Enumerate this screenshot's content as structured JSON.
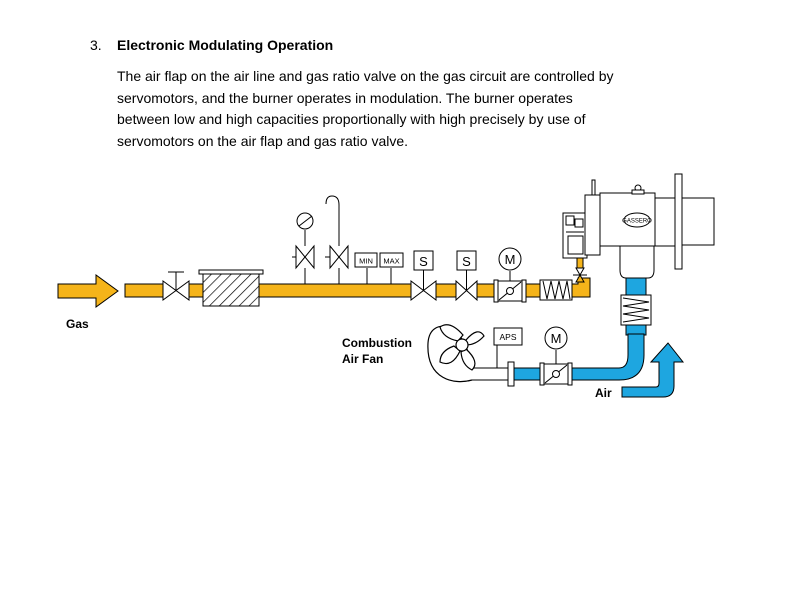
{
  "section": {
    "number": "3.",
    "title": "Electronic Modulating Operation",
    "paragraph_lines": [
      "The air flap on the air line and gas ratio valve on the gas circuit are controlled by",
      "servomotors, and the burner operates in modulation. The burner operates",
      "between low and high capacities proportionally with high precisely by use of",
      "servomotors on the air flap and gas ratio valve."
    ]
  },
  "diagram": {
    "gas_label": "Gas",
    "air_label": "Air",
    "fan_label_line1": "Combustion",
    "fan_label_line2": "Air Fan",
    "min_switch": "MIN",
    "max_switch": "MAX",
    "solenoid_1": "S",
    "solenoid_2": "S",
    "motor_gas": "M",
    "motor_air": "M",
    "air_pressure_switch": "APS",
    "burner_brand": "GASSERO",
    "colors": {
      "gas_line": "#F5B41A",
      "air_line": "#1EA6E0",
      "outline": "#000000"
    }
  }
}
